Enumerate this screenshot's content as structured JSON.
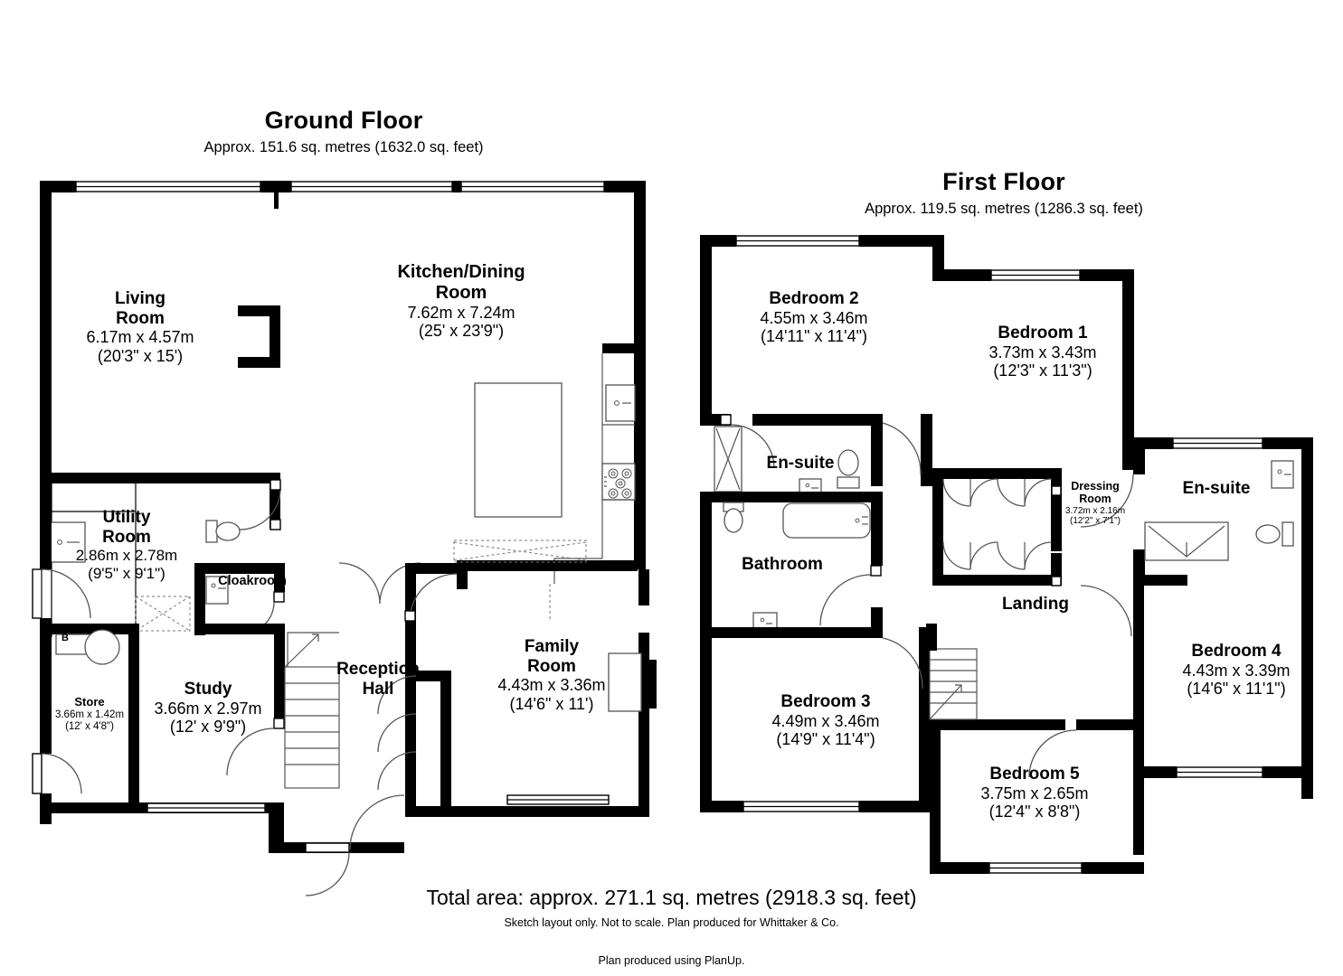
{
  "document": {
    "type": "floor-plan",
    "floors": [
      {
        "id": "ground",
        "title": "Ground Floor",
        "area": "Approx. 151.6 sq. metres (1632.0 sq. feet)",
        "rooms": [
          {
            "name": "Living\nRoom",
            "name_lines": [
              "Living",
              "Room"
            ],
            "dim_m": "6.17m x 4.57m",
            "dim_ft": "(20'3\" x 15')"
          },
          {
            "name": "Kitchen/Dining\nRoom",
            "name_lines": [
              "Kitchen/Dining",
              "Room"
            ],
            "dim_m": "7.62m x 7.24m",
            "dim_ft": "(25' x 23'9\")"
          },
          {
            "name": "Utility\nRoom",
            "name_lines": [
              "Utility",
              "Room"
            ],
            "dim_m": "2.86m x 2.78m",
            "dim_ft": "(9'5\" x 9'1\")"
          },
          {
            "name": "Cloakroom",
            "name_lines": [
              "Cloakroom"
            ],
            "dim_m": "",
            "dim_ft": ""
          },
          {
            "name": "Store",
            "name_lines": [
              "Store"
            ],
            "dim_m": "3.66m x 1.42m",
            "dim_ft": "(12' x 4'8\")"
          },
          {
            "name": "Study",
            "name_lines": [
              "Study"
            ],
            "dim_m": "3.66m x 2.97m",
            "dim_ft": "(12' x 9'9\")"
          },
          {
            "name": "Reception\nHall",
            "name_lines": [
              "Reception",
              "Hall"
            ],
            "dim_m": "",
            "dim_ft": ""
          },
          {
            "name": "Family\nRoom",
            "name_lines": [
              "Family",
              "Room"
            ],
            "dim_m": "4.43m x 3.36m",
            "dim_ft": "(14'6\" x 11')"
          }
        ],
        "markers": [
          {
            "label": "B"
          }
        ]
      },
      {
        "id": "first",
        "title": "First Floor",
        "area": "Approx. 119.5 sq. metres (1286.3 sq. feet)",
        "rooms": [
          {
            "name": "Bedroom 2",
            "name_lines": [
              "Bedroom 2"
            ],
            "dim_m": "4.55m x 3.46m",
            "dim_ft": "(14'11\" x 11'4\")"
          },
          {
            "name": "Bedroom 1",
            "name_lines": [
              "Bedroom 1"
            ],
            "dim_m": "3.73m x 3.43m",
            "dim_ft": "(12'3\" x 11'3\")"
          },
          {
            "name": "En-suite",
            "name_lines": [
              "En-suite"
            ],
            "dim_m": "",
            "dim_ft": ""
          },
          {
            "name": "Bathroom",
            "name_lines": [
              "Bathroom"
            ],
            "dim_m": "",
            "dim_ft": ""
          },
          {
            "name": "Dressing\nRoom",
            "name_lines": [
              "Dressing",
              "Room"
            ],
            "dim_m": "3.72m x 2.16m",
            "dim_ft": "(12'2\" x 7'1\")"
          },
          {
            "name": "En-suite",
            "name_lines": [
              "En-suite"
            ],
            "dim_m": "",
            "dim_ft": ""
          },
          {
            "name": "Landing",
            "name_lines": [
              "Landing"
            ],
            "dim_m": "",
            "dim_ft": ""
          },
          {
            "name": "Bedroom 3",
            "name_lines": [
              "Bedroom 3"
            ],
            "dim_m": "4.49m x 3.46m",
            "dim_ft": "(14'9\" x 11'4\")"
          },
          {
            "name": "Bedroom 4",
            "name_lines": [
              "Bedroom 4"
            ],
            "dim_m": "4.43m x 3.39m",
            "dim_ft": "(14'6\" x 11'1\")"
          },
          {
            "name": "Bedroom 5",
            "name_lines": [
              "Bedroom 5"
            ],
            "dim_m": "3.75m x 2.65m",
            "dim_ft": "(12'4\" x 8'8\")"
          }
        ]
      }
    ],
    "footer": {
      "total_area": "Total area: approx. 271.1 sq. metres (2918.3 sq. feet)",
      "disclaimer": "Sketch layout only. Not to scale. Plan produced for Whittaker & Co.",
      "credit": "Plan produced using PlanUp."
    },
    "colors": {
      "wall": "#000000",
      "background": "#ffffff",
      "fixture_stroke": "#555555",
      "text": "#000000"
    }
  }
}
